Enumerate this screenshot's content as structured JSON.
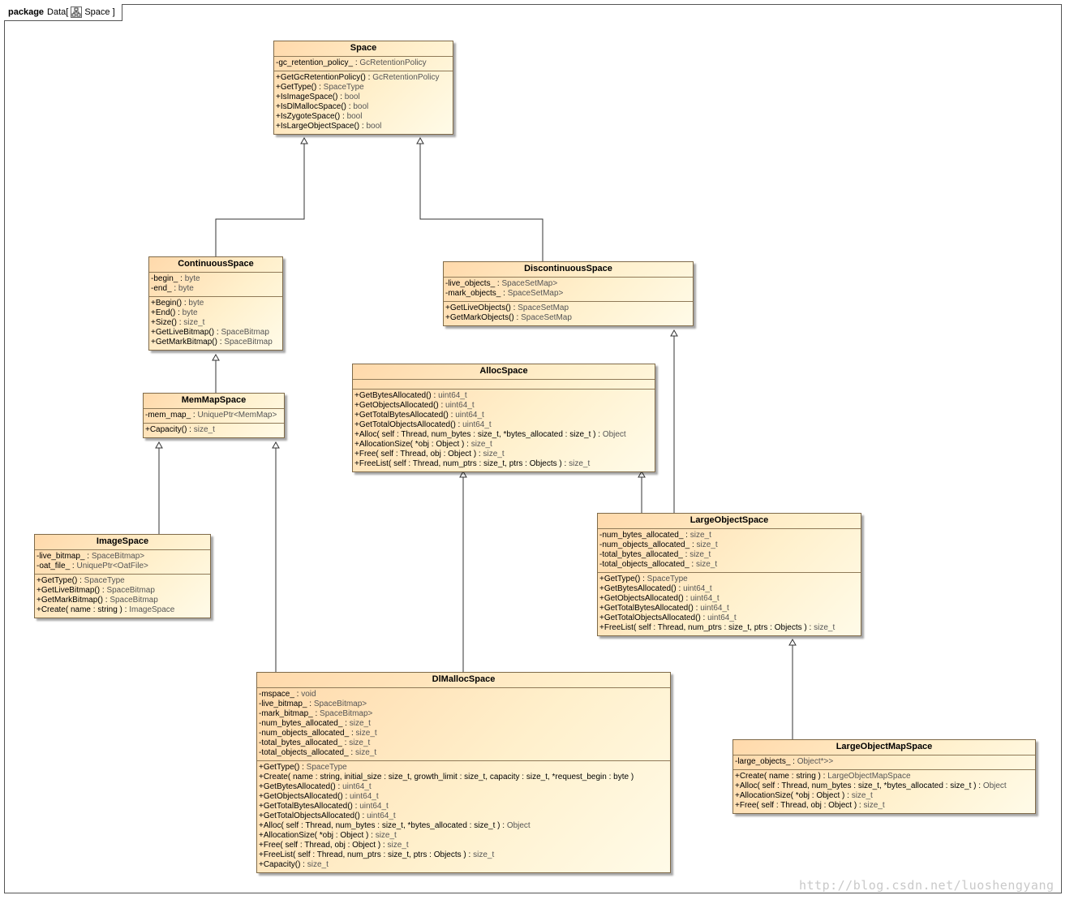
{
  "package": {
    "keyword": "package",
    "name": "Data",
    "diagram": "Space"
  },
  "classes": {
    "space": {
      "name": "Space",
      "attributes": [
        {
          "n": "-gc_retention_policy_",
          "t": "GcRetentionPolicy"
        }
      ],
      "operations": [
        {
          "n": "+GetGcRetentionPolicy()",
          "t": "GcRetentionPolicy"
        },
        {
          "n": "+GetType()",
          "t": "SpaceType"
        },
        {
          "n": "+IsImageSpace()",
          "t": "bool"
        },
        {
          "n": "+IsDlMallocSpace()",
          "t": "bool"
        },
        {
          "n": "+IsZygoteSpace()",
          "t": "bool"
        },
        {
          "n": "+IsLargeObjectSpace()",
          "t": "bool"
        }
      ]
    },
    "continuous": {
      "name": "ContinuousSpace",
      "attributes": [
        {
          "n": "-begin_",
          "t": "byte"
        },
        {
          "n": "-end_",
          "t": "byte"
        }
      ],
      "operations": [
        {
          "n": "+Begin()",
          "t": "byte"
        },
        {
          "n": "+End()",
          "t": "byte"
        },
        {
          "n": "+Size()",
          "t": "size_t"
        },
        {
          "n": "+GetLiveBitmap()",
          "t": "SpaceBitmap"
        },
        {
          "n": "+GetMarkBitmap()",
          "t": "SpaceBitmap"
        }
      ]
    },
    "discontinuous": {
      "name": "DiscontinuousSpace",
      "attributes": [
        {
          "n": "-live_objects_",
          "t": "SpaceSetMap>"
        },
        {
          "n": "-mark_objects_",
          "t": "SpaceSetMap>"
        }
      ],
      "operations": [
        {
          "n": "+GetLiveObjects()",
          "t": "SpaceSetMap"
        },
        {
          "n": "+GetMarkObjects()",
          "t": "SpaceSetMap"
        }
      ]
    },
    "memmap": {
      "name": "MemMapSpace",
      "attributes": [
        {
          "n": "-mem_map_",
          "t": "UniquePtr<MemMap>"
        }
      ],
      "operations": [
        {
          "n": "+Capacity()",
          "t": "size_t"
        }
      ]
    },
    "alloc": {
      "name": "AllocSpace",
      "attributes": [],
      "operations": [
        {
          "n": "+GetBytesAllocated()",
          "t": "uint64_t"
        },
        {
          "n": "+GetObjectsAllocated()",
          "t": "uint64_t"
        },
        {
          "n": "+GetTotalBytesAllocated()",
          "t": "uint64_t"
        },
        {
          "n": "+GetTotalObjectsAllocated()",
          "t": "uint64_t"
        },
        {
          "n": "+Alloc( self : Thread, num_bytes : size_t, *bytes_allocated : size_t )",
          "t": "Object"
        },
        {
          "n": "+AllocationSize( *obj : Object )",
          "t": "size_t"
        },
        {
          "n": "+Free( self : Thread, obj : Object )",
          "t": "size_t"
        },
        {
          "n": "+FreeList( self : Thread, num_ptrs : size_t, ptrs : Objects )",
          "t": "size_t"
        }
      ]
    },
    "image": {
      "name": "ImageSpace",
      "attributes": [
        {
          "n": "-live_bitmap_",
          "t": "SpaceBitmap>"
        },
        {
          "n": "-oat_file_",
          "t": "UniquePtr<OatFile>"
        }
      ],
      "operations": [
        {
          "n": "+GetType()",
          "t": "SpaceType"
        },
        {
          "n": "+GetLiveBitmap()",
          "t": "SpaceBitmap"
        },
        {
          "n": "+GetMarkBitmap()",
          "t": "SpaceBitmap"
        },
        {
          "n": "+Create( name : string )",
          "t": "ImageSpace"
        }
      ]
    },
    "largeobject": {
      "name": "LargeObjectSpace",
      "attributes": [
        {
          "n": "-num_bytes_allocated_",
          "t": "size_t"
        },
        {
          "n": "-num_objects_allocated_",
          "t": "size_t"
        },
        {
          "n": "-total_bytes_allocated_",
          "t": "size_t"
        },
        {
          "n": "-total_objects_allocated_",
          "t": "size_t"
        }
      ],
      "operations": [
        {
          "n": "+GetType()",
          "t": "SpaceType"
        },
        {
          "n": "+GetBytesAllocated()",
          "t": "uint64_t"
        },
        {
          "n": "+GetObjectsAllocated()",
          "t": "uint64_t"
        },
        {
          "n": "+GetTotalBytesAllocated()",
          "t": "uint64_t"
        },
        {
          "n": "+GetTotalObjectsAllocated()",
          "t": "uint64_t"
        },
        {
          "n": "+FreeList( self : Thread, num_ptrs : size_t, ptrs : Objects )",
          "t": "size_t"
        }
      ]
    },
    "dlmalloc": {
      "name": "DlMallocSpace",
      "attributes": [
        {
          "n": "-mspace_",
          "t": "void"
        },
        {
          "n": "-live_bitmap_",
          "t": "SpaceBitmap>"
        },
        {
          "n": "-mark_bitmap_",
          "t": "SpaceBitmap>"
        },
        {
          "n": "-num_bytes_allocated_",
          "t": "size_t"
        },
        {
          "n": "-num_objects_allocated_",
          "t": "size_t"
        },
        {
          "n": "-total_bytes_allocated_",
          "t": "size_t"
        },
        {
          "n": "-total_objects_allocated_",
          "t": "size_t"
        }
      ],
      "operations": [
        {
          "n": "+GetType()",
          "t": "SpaceType"
        },
        {
          "n": "+Create( name : string, initial_size : size_t, growth_limit : size_t, capacity : size_t, *request_begin : byte )",
          "t": ""
        },
        {
          "n": "+GetBytesAllocated()",
          "t": "uint64_t"
        },
        {
          "n": "+GetObjectsAllocated()",
          "t": "uint64_t"
        },
        {
          "n": "+GetTotalBytesAllocated()",
          "t": "uint64_t"
        },
        {
          "n": "+GetTotalObjectsAllocated()",
          "t": "uint64_t"
        },
        {
          "n": "+Alloc( self : Thread, num_bytes : size_t, *bytes_allocated : size_t )",
          "t": "Object"
        },
        {
          "n": "+AllocationSize( *obj : Object )",
          "t": "size_t"
        },
        {
          "n": "+Free( self : Thread, obj : Object )",
          "t": "size_t"
        },
        {
          "n": "+FreeList( self : Thread, num_ptrs : size_t, ptrs : Objects )",
          "t": "size_t"
        },
        {
          "n": "+Capacity()",
          "t": "size_t"
        }
      ]
    },
    "largeobjectmap": {
      "name": "LargeObjectMapSpace",
      "attributes": [
        {
          "n": "-large_objects_",
          "t": "Object*>>"
        }
      ],
      "operations": [
        {
          "n": "+Create( name : string )",
          "t": "LargeObjectMapSpace"
        },
        {
          "n": "+Alloc( self : Thread, num_bytes : size_t, *bytes_allocated : size_t )",
          "t": "Object"
        },
        {
          "n": "+AllocationSize( *obj : Object )",
          "t": "size_t"
        },
        {
          "n": "+Free( self : Thread, obj : Object )",
          "t": "size_t"
        }
      ]
    }
  },
  "watermark": "http://blog.csdn.net/luoshengyang"
}
